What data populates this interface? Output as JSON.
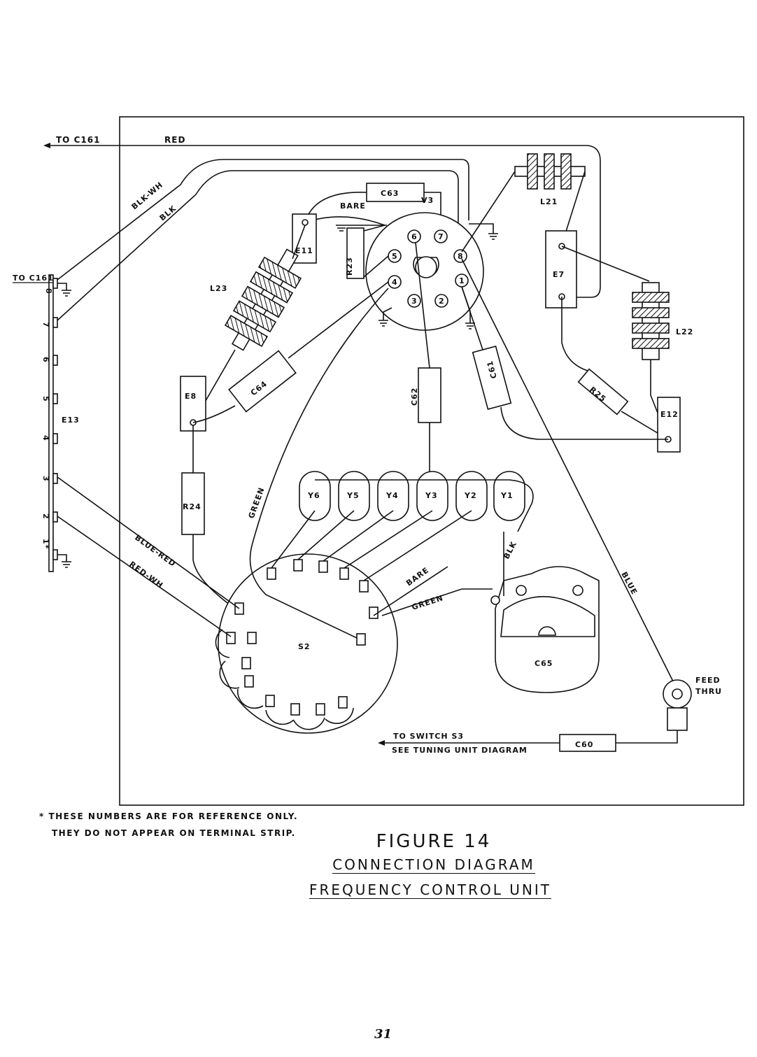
{
  "labels": {
    "to_c161_top": "TO C161",
    "red": "RED",
    "blk_wh": "BLK-WH",
    "blk_left": "BLK",
    "c63": "C63",
    "bare_top": "BARE",
    "v3": "V3",
    "l21": "L21",
    "e11": "E11",
    "r23": "R23",
    "e7": "E7",
    "l23": "L23",
    "to_c161_left": "TO C161",
    "l22": "L22",
    "e8": "E8",
    "c64": "C64",
    "c62": "C62",
    "c61": "C61",
    "r25": "R25",
    "e12": "E12",
    "e13": "E13",
    "green_left": "GREEN",
    "r24": "R24",
    "blue_red": "BLUE-RED",
    "red_wh": "RED-WH",
    "blk_right": "BLK",
    "bare_mid": "BARE",
    "green_mid": "GREEN",
    "blue_right": "BLUE",
    "s2": "S2",
    "c65": "C65",
    "feed": "FEED",
    "thru": "THRU",
    "to_switch": "TO SWITCH S3",
    "see_tuning": "SEE TUNING UNIT DIAGRAM",
    "c60": "C60"
  },
  "terminal_numbers": [
    "8",
    "7",
    "6",
    "5",
    "4",
    "3",
    "2",
    "1*"
  ],
  "tube_pins": [
    "1",
    "2",
    "3",
    "4",
    "5",
    "6",
    "7",
    "8"
  ],
  "crystals": [
    "Y6",
    "Y5",
    "Y4",
    "Y3",
    "Y2",
    "Y1"
  ],
  "note": {
    "line1": "* THESE NUMBERS ARE FOR REFERENCE ONLY.",
    "line2": "THEY DO NOT APPEAR ON TERMINAL STRIP."
  },
  "figure": {
    "number": "FIGURE 14",
    "title1": "CONNECTION DIAGRAM",
    "title2": "FREQUENCY CONTROL UNIT"
  },
  "page_number": "31"
}
